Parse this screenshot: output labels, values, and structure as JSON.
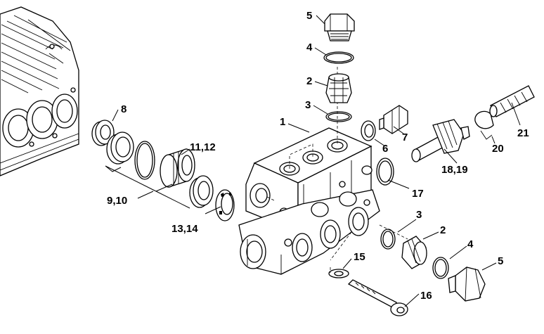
{
  "diagram": {
    "labels": {
      "l1": "1",
      "l2a": "2",
      "l2b": "2",
      "l3a": "3",
      "l3b": "3",
      "l4a": "4",
      "l4b": "4",
      "l5a": "5",
      "l5b": "5",
      "l6": "6",
      "l7": "7",
      "l8": "8",
      "l910": "9,10",
      "l1112": "11,12",
      "l1314": "13,14",
      "l15": "15",
      "l16": "16",
      "l17": "17",
      "l1819": "18,19",
      "l20": "20",
      "l21": "21"
    }
  }
}
